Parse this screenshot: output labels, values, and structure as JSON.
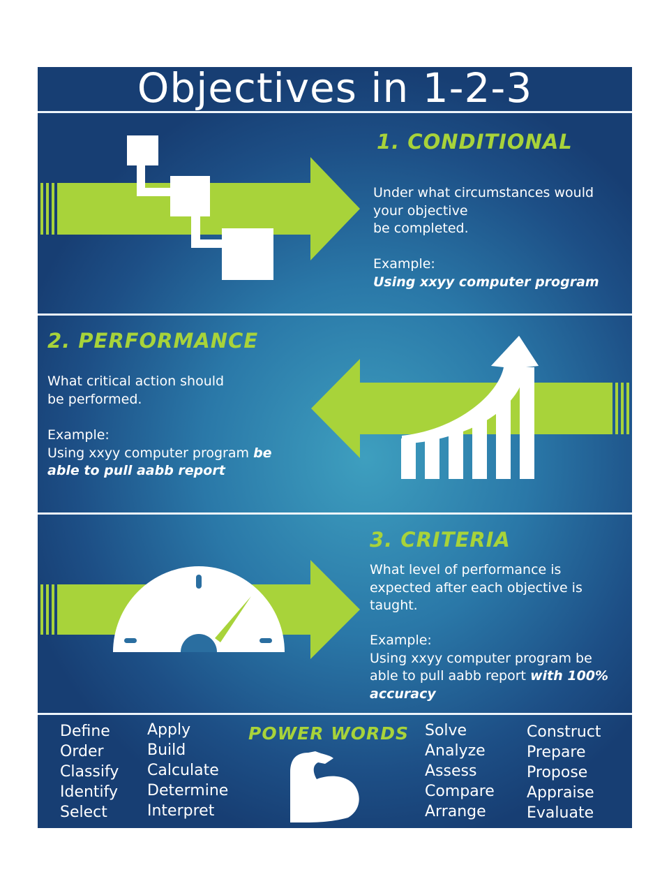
{
  "title": "Objectives in 1-2-3",
  "colors": {
    "accent_green": "#a8d33a",
    "background_blue": "#2a78a8",
    "text": "#ffffff"
  },
  "sections": [
    {
      "heading": "1. CONDITIONAL",
      "icon": "flowchart-icon",
      "body_lines": [
        "Under what circumstances would",
        "your objective",
        "be completed."
      ],
      "example_label": "Example:",
      "example_plain": "",
      "example_emphasis": "Using xxyy computer program"
    },
    {
      "heading": "2. PERFORMANCE",
      "icon": "growth-chart-icon",
      "body_lines": [
        "What critical action should",
        "be performed."
      ],
      "example_label": "Example:",
      "example_plain": "Using xxyy computer program",
      "example_emphasis_1": "be",
      "example_emphasis_2": "able to pull aabb report"
    },
    {
      "heading": "3. CRITERIA",
      "icon": "gauge-icon",
      "body_lines": [
        "What level of performance is",
        "expected after each objective is",
        "taught."
      ],
      "example_label": "Example:",
      "example_plain_1": "Using xxyy computer program be",
      "example_plain_2": "able to pull aabb report",
      "example_emphasis_1": "with 100%",
      "example_emphasis_2": "accuracy"
    }
  ],
  "power_words": {
    "heading": "POWER WORDS",
    "icon": "flexed-arm-icon",
    "columns": [
      [
        "Define",
        "Order",
        "Classify",
        "Identify",
        "Select"
      ],
      [
        "Apply",
        "Build",
        "Calculate",
        "Determine",
        "Interpret"
      ],
      [
        "Solve",
        "Analyze",
        "Assess",
        "Compare",
        "Arrange"
      ],
      [
        "Construct",
        "Prepare",
        "Propose",
        "Appraise",
        "Evaluate"
      ]
    ]
  }
}
